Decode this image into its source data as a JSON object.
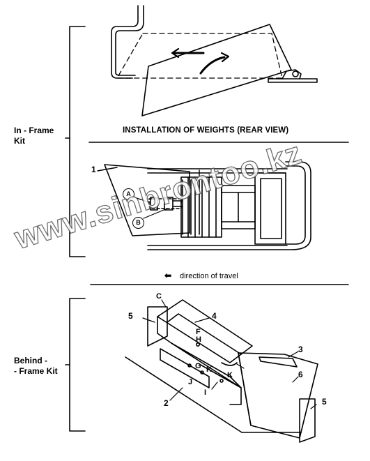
{
  "labels": {
    "in_frame_kit": "In - Frame\nKit",
    "behind_frame_kit": "Behind -\n- Frame Kit",
    "installation_heading": "INSTALLATION OF WEIGHTS (REAR VIEW)",
    "direction_of_travel": "direction of travel",
    "arrow_glyph": "⬅"
  },
  "callouts": {
    "c1": "1",
    "a": "A",
    "b": "B",
    "c": "C",
    "f": "F",
    "h": "H",
    "g": "G",
    "k1": "K",
    "k2": "K",
    "j": "J",
    "i": "I",
    "n2": "2",
    "n3": "3",
    "n4": "4",
    "n5a": "5",
    "n5b": "5",
    "n6": "6"
  },
  "watermark": "www.sinbrontoo.kz"
}
